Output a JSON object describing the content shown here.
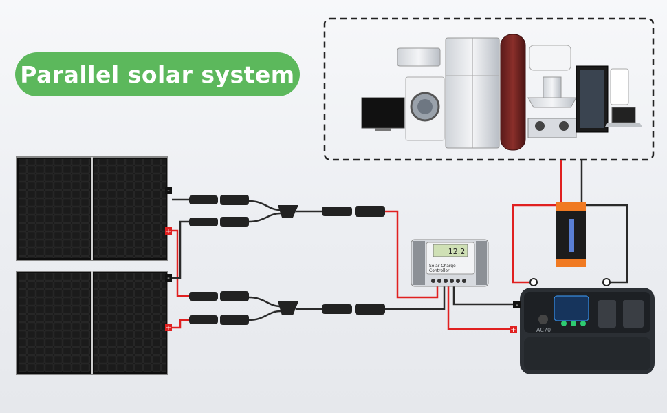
{
  "title": "Parallel solar system",
  "controller": {
    "label_line1": "Solar Charge",
    "label_line2": "Controller",
    "display": "12.2"
  },
  "power_station": {
    "model": "AC70"
  },
  "polarity": {
    "positive": "+",
    "negative": "-"
  },
  "colors": {
    "positive_wire": "#e02020",
    "negative_wire": "#2a2a2a",
    "title_bg": "#5cb85c"
  },
  "icons": {
    "panel": "solar-panel-icon",
    "controller": "charge-controller-icon",
    "inverter": "inverter-icon",
    "station": "power-station-icon",
    "appliances": "home-appliances-icon"
  }
}
